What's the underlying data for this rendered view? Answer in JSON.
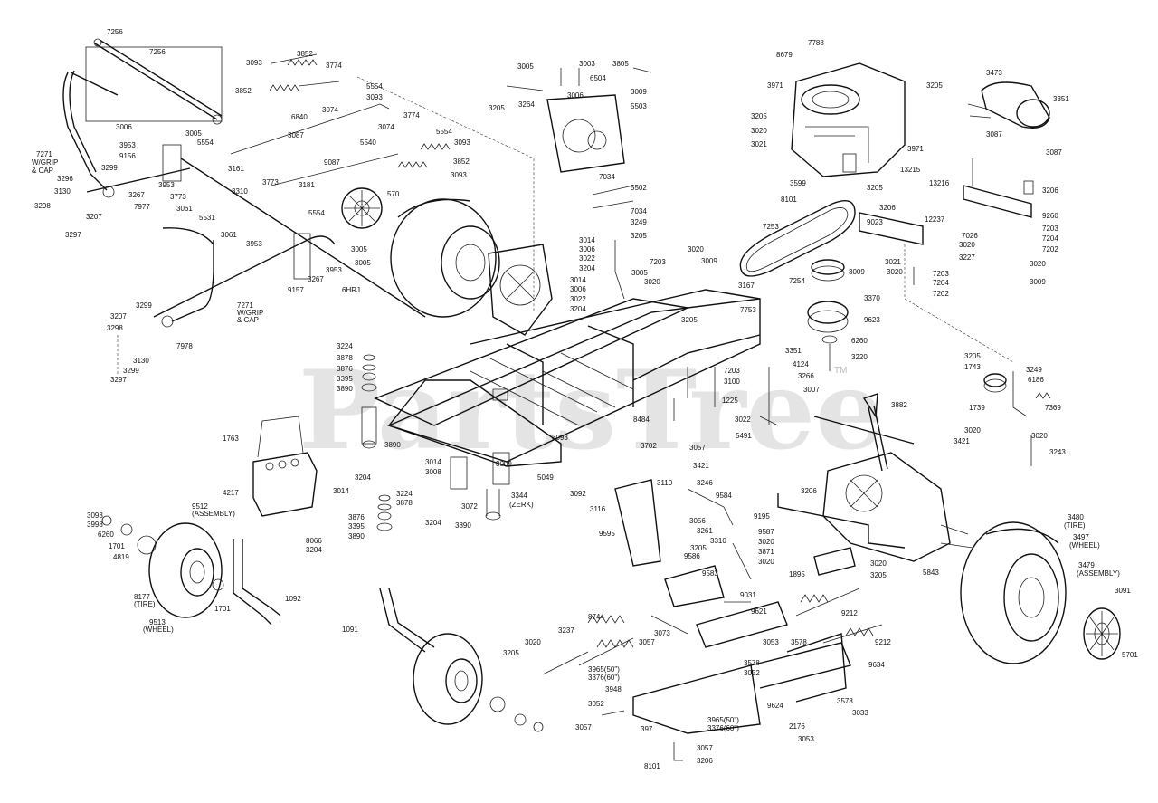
{
  "watermark": {
    "text": "PartsTree",
    "trademark": "TM"
  },
  "callouts": [
    {
      "id": "7256a",
      "text": "7256"
    },
    {
      "id": "7256b",
      "text": "7256"
    },
    {
      "id": "3093a",
      "text": "3093"
    },
    {
      "id": "3852a",
      "text": "3852"
    },
    {
      "id": "3852b",
      "text": "3852"
    },
    {
      "id": "3774a",
      "text": "3774"
    },
    {
      "id": "5554a",
      "text": "5554"
    },
    {
      "id": "3093b",
      "text": "3093"
    },
    {
      "id": "6840",
      "text": "6840"
    },
    {
      "id": "3074a",
      "text": "3074"
    },
    {
      "id": "3087",
      "text": "3087"
    },
    {
      "id": "3006a",
      "text": "3006"
    },
    {
      "id": "3953a",
      "text": "3953"
    },
    {
      "id": "3005a",
      "text": "3005"
    },
    {
      "id": "9156",
      "text": "9156"
    },
    {
      "id": "5554b",
      "text": "5554"
    },
    {
      "id": "7271a",
      "text": "7271"
    },
    {
      "id": "wgrip1",
      "text": "W/GRIP"
    },
    {
      "id": "cap1",
      "text": "& CAP"
    },
    {
      "id": "3299a",
      "text": "3299"
    },
    {
      "id": "3953b",
      "text": "3953"
    },
    {
      "id": "3161",
      "text": "3161"
    },
    {
      "id": "3773a",
      "text": "3773"
    },
    {
      "id": "3296a",
      "text": "3296"
    },
    {
      "id": "3130a",
      "text": "3130"
    },
    {
      "id": "3267",
      "text": "3267"
    },
    {
      "id": "7977",
      "text": "7977"
    },
    {
      "id": "3298a",
      "text": "3298"
    },
    {
      "id": "3207a",
      "text": "3207"
    },
    {
      "id": "3297a",
      "text": "3297"
    },
    {
      "id": "3310a",
      "text": "3310"
    },
    {
      "id": "3061a",
      "text": "3061"
    },
    {
      "id": "5531",
      "text": "5531"
    },
    {
      "id": "3061b",
      "text": "3061"
    },
    {
      "id": "3774b",
      "text": "3774"
    },
    {
      "id": "3074b",
      "text": "3074"
    },
    {
      "id": "5554c",
      "text": "5554"
    },
    {
      "id": "3093c",
      "text": "3093"
    },
    {
      "id": "5540",
      "text": "5540"
    },
    {
      "id": "9087",
      "text": "9087"
    },
    {
      "id": "3852c",
      "text": "3852"
    },
    {
      "id": "3093d",
      "text": "3093"
    },
    {
      "id": "3773b",
      "text": "3773"
    },
    {
      "id": "3181",
      "text": "3181"
    },
    {
      "id": "570",
      "text": "570"
    },
    {
      "id": "5554d",
      "text": "5554"
    },
    {
      "id": "3953c",
      "text": "3953"
    },
    {
      "id": "3005b",
      "text": "3005"
    },
    {
      "id": "3005c",
      "text": "3005"
    },
    {
      "id": "3267b",
      "text": "3267"
    },
    {
      "id": "3953d",
      "text": "3953"
    },
    {
      "id": "9157",
      "text": "9157"
    },
    {
      "id": "6HRJ",
      "text": "6HRJ"
    },
    {
      "id": "3299b",
      "text": "3299"
    },
    {
      "id": "7271b",
      "text": "7271"
    },
    {
      "id": "wgrip2",
      "text": "W/GRIP"
    },
    {
      "id": "cap2",
      "text": "& CAP"
    },
    {
      "id": "3207b",
      "text": "3207"
    },
    {
      "id": "3298b",
      "text": "3298"
    },
    {
      "id": "7978",
      "text": "7978"
    },
    {
      "id": "3130b",
      "text": "3130"
    },
    {
      "id": "3299c",
      "text": "3299"
    },
    {
      "id": "3297b",
      "text": "3297"
    },
    {
      "id": "3005d",
      "text": "3005"
    },
    {
      "id": "3003",
      "text": "3003"
    },
    {
      "id": "3805",
      "text": "3805"
    },
    {
      "id": "6504",
      "text": "6504"
    },
    {
      "id": "3205a",
      "text": "3205"
    },
    {
      "id": "3264",
      "text": "3264"
    },
    {
      "id": "3006b",
      "text": "3006"
    },
    {
      "id": "3009a",
      "text": "3009"
    },
    {
      "id": "5503",
      "text": "5503"
    },
    {
      "id": "7034a",
      "text": "7034"
    },
    {
      "id": "5502",
      "text": "5502"
    },
    {
      "id": "7034b",
      "text": "7034"
    },
    {
      "id": "3249",
      "text": "3249"
    },
    {
      "id": "3205b",
      "text": "3205"
    },
    {
      "id": "8679",
      "text": "8679"
    },
    {
      "id": "7788",
      "text": "7788"
    },
    {
      "id": "3971a",
      "text": "3971"
    },
    {
      "id": "3205c",
      "text": "3205"
    },
    {
      "id": "3205d",
      "text": "3205"
    },
    {
      "id": "3020a",
      "text": "3020"
    },
    {
      "id": "3021a",
      "text": "3021"
    },
    {
      "id": "3971b",
      "text": "3971"
    },
    {
      "id": "13215",
      "text": "13215"
    },
    {
      "id": "3205e",
      "text": "3205"
    },
    {
      "id": "3599",
      "text": "3599"
    },
    {
      "id": "13216",
      "text": "13216"
    },
    {
      "id": "12237",
      "text": "12237"
    },
    {
      "id": "8101a",
      "text": "8101"
    },
    {
      "id": "3206a",
      "text": "3206"
    },
    {
      "id": "7253",
      "text": "7253"
    },
    {
      "id": "9023",
      "text": "9023"
    },
    {
      "id": "3021b",
      "text": "3021"
    },
    {
      "id": "3009b",
      "text": "3009"
    },
    {
      "id": "3020b",
      "text": "3020"
    },
    {
      "id": "7203a",
      "text": "7203"
    },
    {
      "id": "7204a",
      "text": "7204"
    },
    {
      "id": "7202a",
      "text": "7202"
    },
    {
      "id": "7254",
      "text": "7254"
    },
    {
      "id": "3370",
      "text": "3370"
    },
    {
      "id": "9623",
      "text": "9623"
    },
    {
      "id": "6260a",
      "text": "6260"
    },
    {
      "id": "3220",
      "text": "3220"
    },
    {
      "id": "3473",
      "text": "3473"
    },
    {
      "id": "3351a",
      "text": "3351"
    },
    {
      "id": "3087b",
      "text": "3087"
    },
    {
      "id": "3087c",
      "text": "3087"
    },
    {
      "id": "3206b",
      "text": "3206"
    },
    {
      "id": "9260",
      "text": "9260"
    },
    {
      "id": "7203b",
      "text": "7203"
    },
    {
      "id": "7026",
      "text": "7026"
    },
    {
      "id": "7204b",
      "text": "7204"
    },
    {
      "id": "3020c",
      "text": "3020"
    },
    {
      "id": "7202b",
      "text": "7202"
    },
    {
      "id": "3227",
      "text": "3227"
    },
    {
      "id": "3020d",
      "text": "3020"
    },
    {
      "id": "3009c",
      "text": "3009"
    },
    {
      "id": "3014a",
      "text": "3014"
    },
    {
      "id": "3006c",
      "text": "3006"
    },
    {
      "id": "3022a",
      "text": "3022"
    },
    {
      "id": "3204a",
      "text": "3204"
    },
    {
      "id": "3014b",
      "text": "3014"
    },
    {
      "id": "3006d",
      "text": "3006"
    },
    {
      "id": "3022b",
      "text": "3022"
    },
    {
      "id": "3204b",
      "text": "3204"
    },
    {
      "id": "3020e",
      "text": "3020"
    },
    {
      "id": "3009d",
      "text": "3009"
    },
    {
      "id": "7203c",
      "text": "7203"
    },
    {
      "id": "3005e",
      "text": "3005"
    },
    {
      "id": "3020f",
      "text": "3020"
    },
    {
      "id": "3167",
      "text": "3167"
    },
    {
      "id": "7753",
      "text": "7753"
    },
    {
      "id": "3205f",
      "text": "3205"
    },
    {
      "id": "3224a",
      "text": "3224"
    },
    {
      "id": "3878a",
      "text": "3878"
    },
    {
      "id": "3876a",
      "text": "3876"
    },
    {
      "id": "3395a",
      "text": "3395"
    },
    {
      "id": "3890a",
      "text": "3890"
    },
    {
      "id": "3890b",
      "text": "3890"
    },
    {
      "id": "1763",
      "text": "1763"
    },
    {
      "id": "3204c",
      "text": "3204"
    },
    {
      "id": "3014c",
      "text": "3014"
    },
    {
      "id": "4217",
      "text": "4217"
    },
    {
      "id": "3014d",
      "text": "3014"
    },
    {
      "id": "3008",
      "text": "3008"
    },
    {
      "id": "3224b",
      "text": "3224"
    },
    {
      "id": "3878b",
      "text": "3878"
    },
    {
      "id": "3876b",
      "text": "3876"
    },
    {
      "id": "3395b",
      "text": "3395"
    },
    {
      "id": "3890c",
      "text": "3890"
    },
    {
      "id": "3072",
      "text": "3072"
    },
    {
      "id": "3204d",
      "text": "3204"
    },
    {
      "id": "3890d",
      "text": "3890"
    },
    {
      "id": "3009e",
      "text": "3009"
    },
    {
      "id": "3344",
      "text": "3344"
    },
    {
      "id": "zerk",
      "text": "(ZERK)"
    },
    {
      "id": "8066",
      "text": "8066"
    },
    {
      "id": "3204e",
      "text": "3204"
    },
    {
      "id": "3093e",
      "text": "3093"
    },
    {
      "id": "5049",
      "text": "5049"
    },
    {
      "id": "8484",
      "text": "8484"
    },
    {
      "id": "3093f",
      "text": "3093"
    },
    {
      "id": "3998",
      "text": "3998"
    },
    {
      "id": "6260b",
      "text": "6260"
    },
    {
      "id": "1701a",
      "text": "1701"
    },
    {
      "id": "4819",
      "text": "4819"
    },
    {
      "id": "9512",
      "text": "9512"
    },
    {
      "id": "assy1",
      "text": "(ASSEMBLY)"
    },
    {
      "id": "8177",
      "text": "8177"
    },
    {
      "id": "tire1",
      "text": "(TIRE)"
    },
    {
      "id": "9513",
      "text": "9513"
    },
    {
      "id": "wheel1",
      "text": "(WHEEL)"
    },
    {
      "id": "1701b",
      "text": "1701"
    },
    {
      "id": "1092",
      "text": "1092"
    },
    {
      "id": "1091",
      "text": "1091"
    },
    {
      "id": "3351b",
      "text": "3351"
    },
    {
      "id": "4124",
      "text": "4124"
    },
    {
      "id": "3266",
      "text": "3266"
    },
    {
      "id": "3007",
      "text": "3007"
    },
    {
      "id": "7203d",
      "text": "7203"
    },
    {
      "id": "3100",
      "text": "3100"
    },
    {
      "id": "1225",
      "text": "1225"
    },
    {
      "id": "3022c",
      "text": "3022"
    },
    {
      "id": "5491",
      "text": "5491"
    },
    {
      "id": "3702",
      "text": "3702"
    },
    {
      "id": "3057a",
      "text": "3057"
    },
    {
      "id": "3421a",
      "text": "3421"
    },
    {
      "id": "3882",
      "text": "3882"
    },
    {
      "id": "3205g",
      "text": "3205"
    },
    {
      "id": "1743",
      "text": "1743"
    },
    {
      "id": "3249b",
      "text": "3249"
    },
    {
      "id": "6186",
      "text": "6186"
    },
    {
      "id": "1739",
      "text": "1739"
    },
    {
      "id": "7369",
      "text": "7369"
    },
    {
      "id": "3020g",
      "text": "3020"
    },
    {
      "id": "3020h",
      "text": "3020"
    },
    {
      "id": "3421b",
      "text": "3421"
    },
    {
      "id": "3243",
      "text": "3243"
    },
    {
      "id": "3092",
      "text": "3092"
    },
    {
      "id": "3110",
      "text": "3110"
    },
    {
      "id": "3246",
      "text": "3246"
    },
    {
      "id": "3116",
      "text": "3116"
    },
    {
      "id": "9584",
      "text": "9584"
    },
    {
      "id": "3056",
      "text": "3056"
    },
    {
      "id": "3261",
      "text": "3261"
    },
    {
      "id": "3310b",
      "text": "3310"
    },
    {
      "id": "9595",
      "text": "9595"
    },
    {
      "id": "3205h",
      "text": "3205"
    },
    {
      "id": "9586",
      "text": "9586"
    },
    {
      "id": "9587",
      "text": "9587"
    },
    {
      "id": "3020i",
      "text": "3020"
    },
    {
      "id": "3871",
      "text": "3871"
    },
    {
      "id": "3020j",
      "text": "3020"
    },
    {
      "id": "9583",
      "text": "9583"
    },
    {
      "id": "3206c",
      "text": "3206"
    },
    {
      "id": "9195",
      "text": "9195"
    },
    {
      "id": "1895",
      "text": "1895"
    },
    {
      "id": "3020k",
      "text": "3020"
    },
    {
      "id": "3205i",
      "text": "3205"
    },
    {
      "id": "5843",
      "text": "5843"
    },
    {
      "id": "3480",
      "text": "3480"
    },
    {
      "id": "tire2",
      "text": "(TIRE)"
    },
    {
      "id": "3497",
      "text": "3497"
    },
    {
      "id": "wheel2",
      "text": "(WHEEL)"
    },
    {
      "id": "3479",
      "text": "3479"
    },
    {
      "id": "assy2",
      "text": "(ASSEMBLY)"
    },
    {
      "id": "3091",
      "text": "3091"
    },
    {
      "id": "5701",
      "text": "5701"
    },
    {
      "id": "9031",
      "text": "9031"
    },
    {
      "id": "9212a",
      "text": "9212"
    },
    {
      "id": "9212b",
      "text": "9212"
    },
    {
      "id": "8744",
      "text": "8744"
    },
    {
      "id": "3237",
      "text": "3237"
    },
    {
      "id": "3020l",
      "text": "3020"
    },
    {
      "id": "3205j",
      "text": "3205"
    },
    {
      "id": "3073",
      "text": "3073"
    },
    {
      "id": "9621",
      "text": "9621"
    },
    {
      "id": "3057b",
      "text": "3057"
    },
    {
      "id": "3053a",
      "text": "3053"
    },
    {
      "id": "3578a",
      "text": "3578"
    },
    {
      "id": "3578b",
      "text": "3578"
    },
    {
      "id": "3052a",
      "text": "3052"
    },
    {
      "id": "9634",
      "text": "9634"
    },
    {
      "id": "3965a",
      "text": "3965(50\")"
    },
    {
      "id": "3376a",
      "text": "3376(60\")"
    },
    {
      "id": "3948",
      "text": "3948"
    },
    {
      "id": "3052b",
      "text": "3052"
    },
    {
      "id": "3057c",
      "text": "3057"
    },
    {
      "id": "397",
      "text": "397"
    },
    {
      "id": "3965b",
      "text": "3965(50\")"
    },
    {
      "id": "3376b",
      "text": "3376(60\")"
    },
    {
      "id": "2176",
      "text": "2176"
    },
    {
      "id": "9624",
      "text": "9624"
    },
    {
      "id": "3578c",
      "text": "3578"
    },
    {
      "id": "3033",
      "text": "3033"
    },
    {
      "id": "3053b",
      "text": "3053"
    },
    {
      "id": "3057d",
      "text": "3057"
    },
    {
      "id": "8101b",
      "text": "8101"
    },
    {
      "id": "3206d",
      "text": "3206"
    }
  ]
}
